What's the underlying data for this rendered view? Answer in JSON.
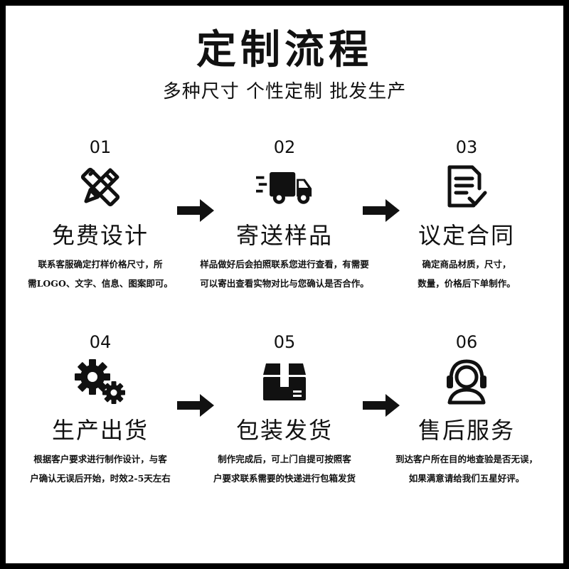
{
  "header": {
    "title": "定制流程",
    "subtitle": "多种尺寸 个性定制 批发生产"
  },
  "steps": [
    {
      "num": "01",
      "icon": "pencil-ruler-icon",
      "name": "免费设计",
      "desc_line1": "联系客服确定打样价格尺寸，所",
      "desc_line2": "需LOGO、文字、信息、图案即可。"
    },
    {
      "num": "02",
      "icon": "delivery-truck-icon",
      "name": "寄送样品",
      "desc_line1": "样品做好后会拍照联系您进行查看，有需要",
      "desc_line2": "可以寄出查看实物对比与您确认是否合作。"
    },
    {
      "num": "03",
      "icon": "document-check-icon",
      "name": "议定合同",
      "desc_line1": "确定商品材质，尺寸，",
      "desc_line2": "数量，价格后下单制作。"
    },
    {
      "num": "04",
      "icon": "gears-icon",
      "name": "生产出货",
      "desc_line1": "根据客户要求进行制作设计，与客",
      "desc_line2": "户确认无误后开始，时效2-5天左右"
    },
    {
      "num": "05",
      "icon": "package-box-icon",
      "name": "包装发货",
      "desc_line1": "制作完成后，可上门自提可按照客",
      "desc_line2": "户要求联系需要的快递进行包箱发货"
    },
    {
      "num": "06",
      "icon": "headset-support-icon",
      "name": "售后服务",
      "desc_line1": "到达客户所在目的地查验是否无误，",
      "desc_line2": "如果满意请给我们五星好评。"
    }
  ],
  "colors": {
    "background": "#ffffff",
    "border": "#000000",
    "text": "#111111"
  }
}
